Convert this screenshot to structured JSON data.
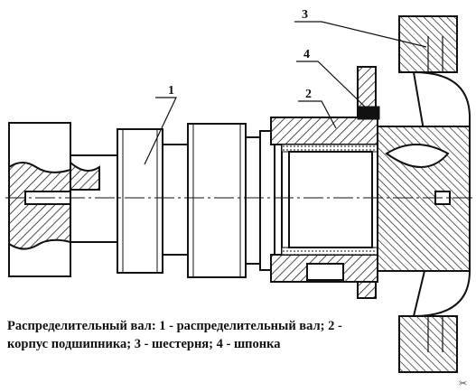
{
  "diagram": {
    "callouts": [
      {
        "number": "1"
      },
      {
        "number": "2"
      },
      {
        "number": "3"
      },
      {
        "number": "4"
      }
    ]
  },
  "caption": {
    "line1": "Распределительный вал: 1 - распределительный вал; 2 -",
    "line2": "корпус подшипника; 3 - шестерня; 4 - шпонка"
  }
}
